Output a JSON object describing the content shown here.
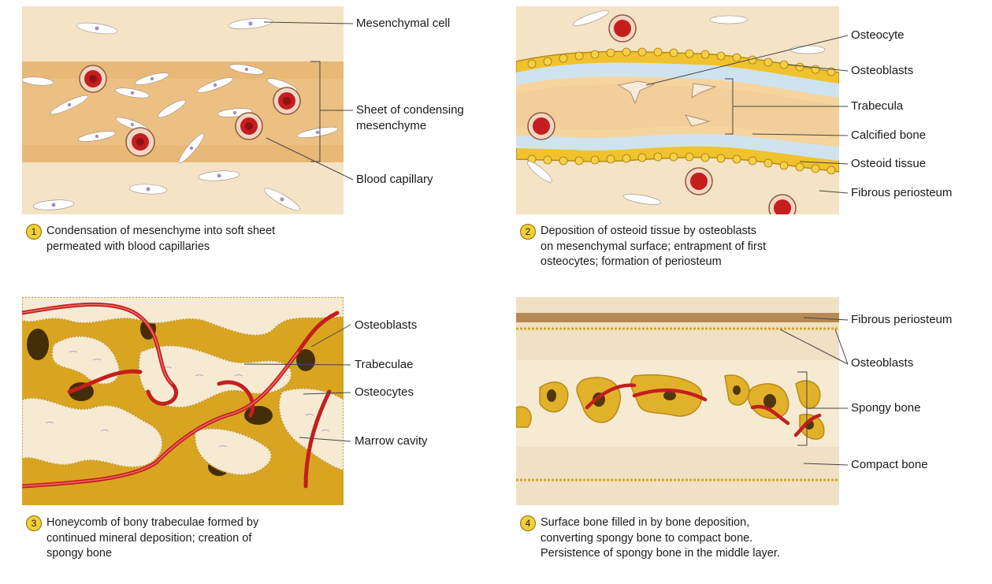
{
  "panels": [
    {
      "number": "1",
      "caption": [
        "Condensation of mesenchyme into soft sheet",
        "permeated with blood capillaries"
      ],
      "labels": [
        "Mesenchymal cell",
        "Sheet of condensing",
        "mesenchyme",
        "Blood capillary"
      ]
    },
    {
      "number": "2",
      "caption": [
        "Deposition of osteoid tissue by osteoblasts",
        "on mesenchymal surface; entrapment of first",
        "osteocytes; formation of periosteum"
      ],
      "labels": [
        "Osteocyte",
        "Osteoblasts",
        "Trabecula",
        "Calcified bone",
        "Osteoid tissue",
        "Fibrous periosteum"
      ]
    },
    {
      "number": "3",
      "caption": [
        "Honeycomb of bony trabeculae formed by",
        "continued mineral deposition; creation of",
        "spongy bone"
      ],
      "labels": [
        "Osteoblasts",
        "Trabeculae",
        "Osteocytes",
        "Marrow cavity"
      ]
    },
    {
      "number": "4",
      "caption": [
        "Surface bone filled in by bone deposition,",
        "converting spongy bone to compact bone.",
        "Persistence of spongy bone in the middle layer."
      ],
      "labels": [
        "Fibrous periosteum",
        "Osteoblasts",
        "Spongy bone",
        "Compact bone"
      ]
    }
  ],
  "colors": {
    "tissue_light": "#f3dfb8",
    "tissue_band": "#e6b06c",
    "osteoblast": "#f0c22e",
    "calcified": "#cfe3ee",
    "blood": "#c41e1e",
    "bone": "#f6ead3",
    "marrow": "#d9a520"
  }
}
